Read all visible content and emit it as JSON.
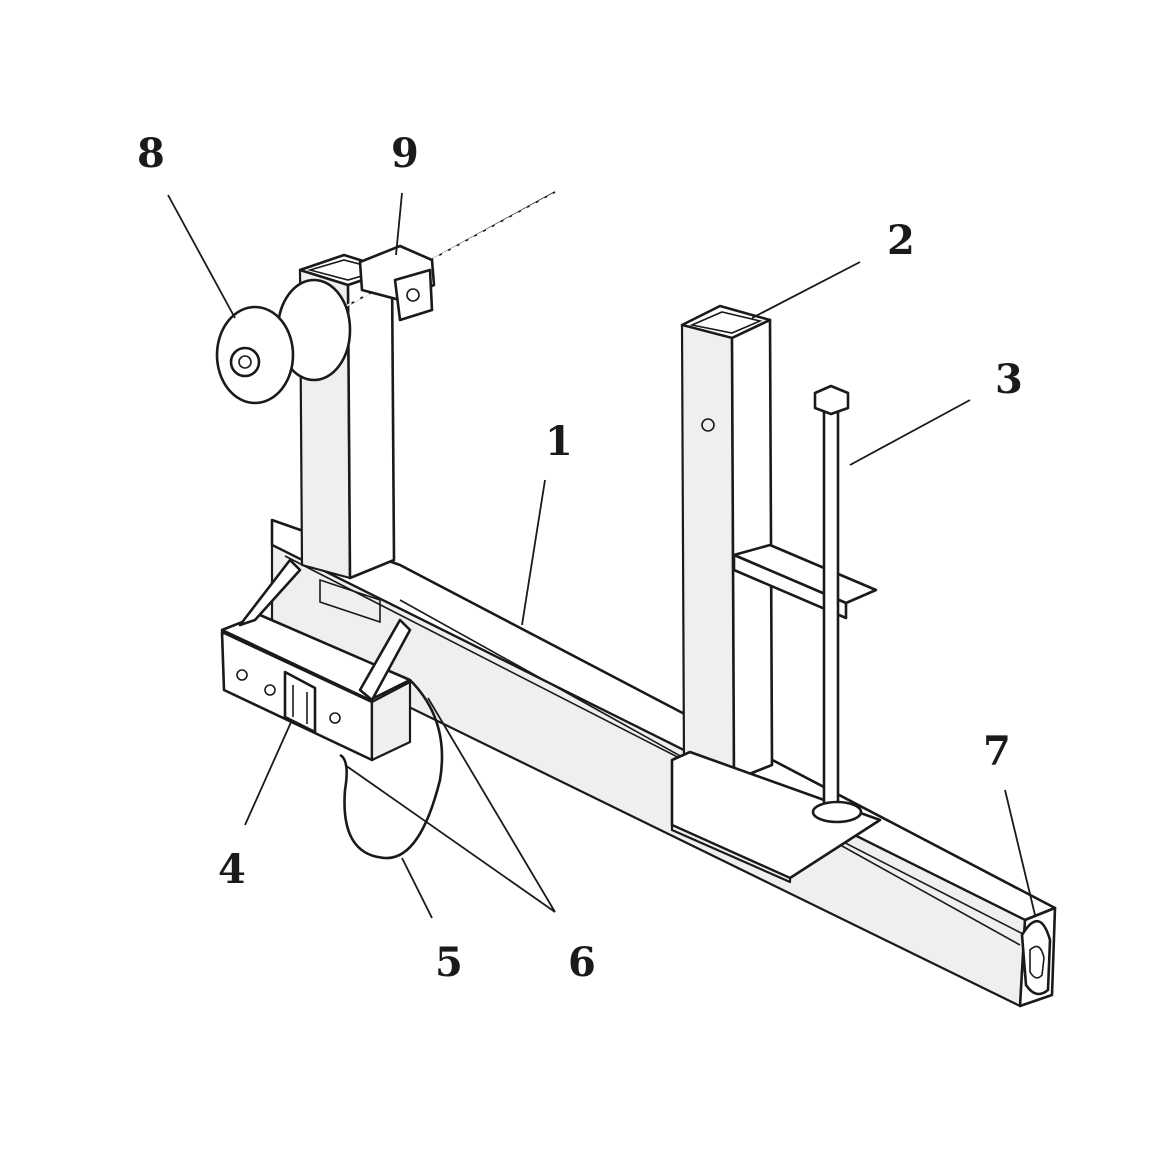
{
  "colors": {
    "line": "#1a1a1a",
    "fill": "#ffffff",
    "shade": "#efefef"
  },
  "callouts": {
    "c1": "1",
    "c2": "2",
    "c3": "3",
    "c4": "4",
    "c5": "5",
    "c6": "6",
    "c7": "7",
    "c8": "8",
    "c9": "9"
  }
}
